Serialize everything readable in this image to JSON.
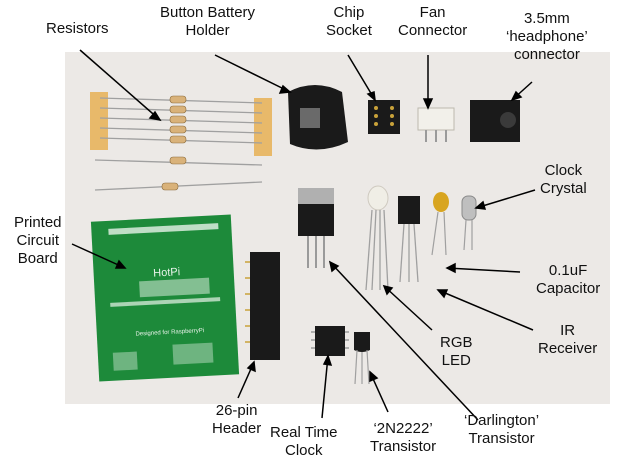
{
  "labels": {
    "resistors": [
      "Resistors"
    ],
    "button_battery_holder": [
      "Button Battery",
      "Holder"
    ],
    "chip_socket": [
      "Chip",
      "Socket"
    ],
    "fan_connector": [
      "Fan",
      "Connector"
    ],
    "headphone_connector": [
      "3.5mm",
      "‘headphone’",
      "connector"
    ],
    "clock_crystal": [
      "Clock",
      "Crystal"
    ],
    "printed_circuit_board": [
      "Printed",
      "Circuit",
      "Board"
    ],
    "capacitor": [
      "0.1uF",
      "Capacitor"
    ],
    "ir_receiver": [
      "IR",
      "Receiver"
    ],
    "rgb_led": [
      "RGB",
      "LED"
    ],
    "header_26pin": [
      "26-pin",
      "Header"
    ],
    "real_time_clock": [
      "Real Time",
      "Clock"
    ],
    "transistor_2n2222": [
      "‘2N2222’",
      "Transistor"
    ],
    "darlington_transistor": [
      "‘Darlington’",
      "Transistor"
    ]
  },
  "pcb_text": {
    "title": "HotPi",
    "designed_for": "Designed for RaspberryPi"
  },
  "colors": {
    "backdrop": "#ece9e6",
    "pcb_green": "#1d8a3a",
    "pcb_silk": "#e9f3ea",
    "resistor_body": "#d9b27a",
    "tape": "#e8b96a",
    "chip_black": "#1a1a1a",
    "connector_white": "#f2f0ea",
    "metal": "#9a9a9a",
    "capacitor_yellow": "#d8a520"
  }
}
